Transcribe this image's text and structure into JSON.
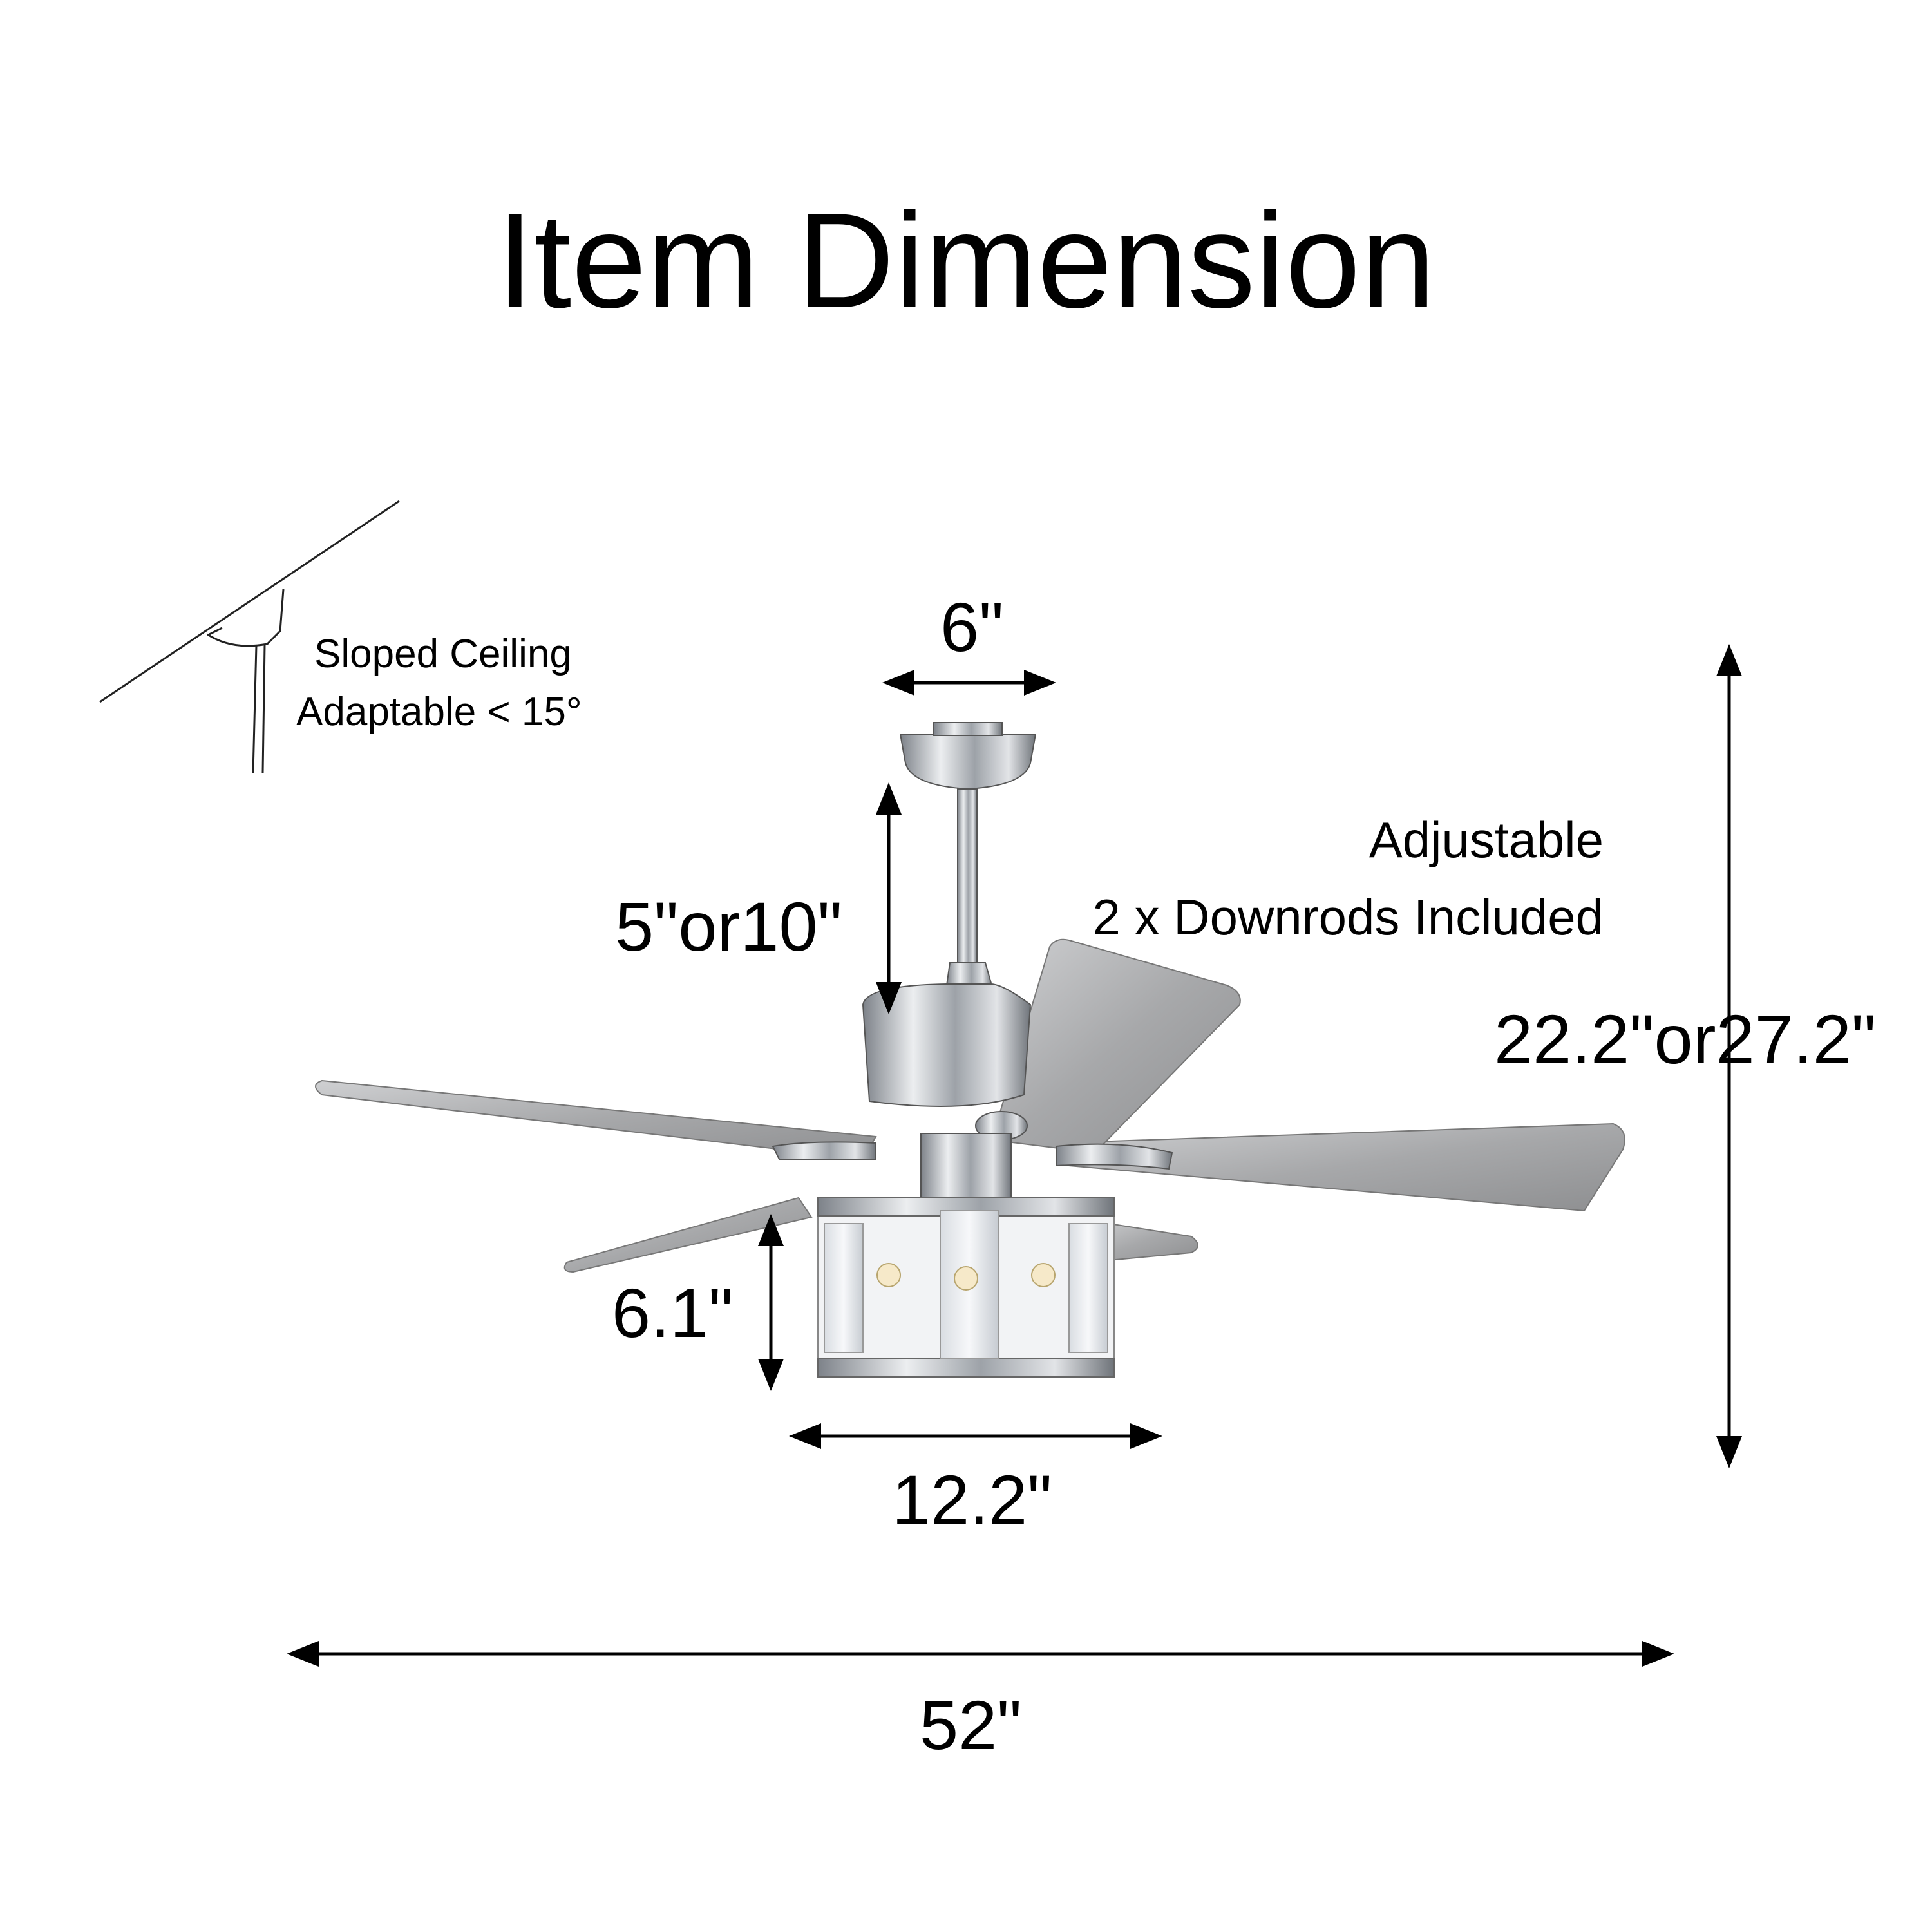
{
  "title": "Item Dimension",
  "sloped_ceiling": {
    "line1": "Sloped Ceiling",
    "line2": "Adaptable < 15°"
  },
  "adjustable_note": {
    "line1": "Adjustable",
    "line2": "2 x Downrods Included"
  },
  "dimensions": {
    "canopy_width": "6\"",
    "downrod_length": "5\"or10\"",
    "light_kit_height": "6.1\"",
    "light_kit_width": "12.2\"",
    "total_height": "22.2\"or27.2\"",
    "blade_span": "52\""
  },
  "colors": {
    "text": "#000000",
    "background": "#ffffff",
    "chrome": "#b8bcc2",
    "blade": "#a9aaab"
  }
}
